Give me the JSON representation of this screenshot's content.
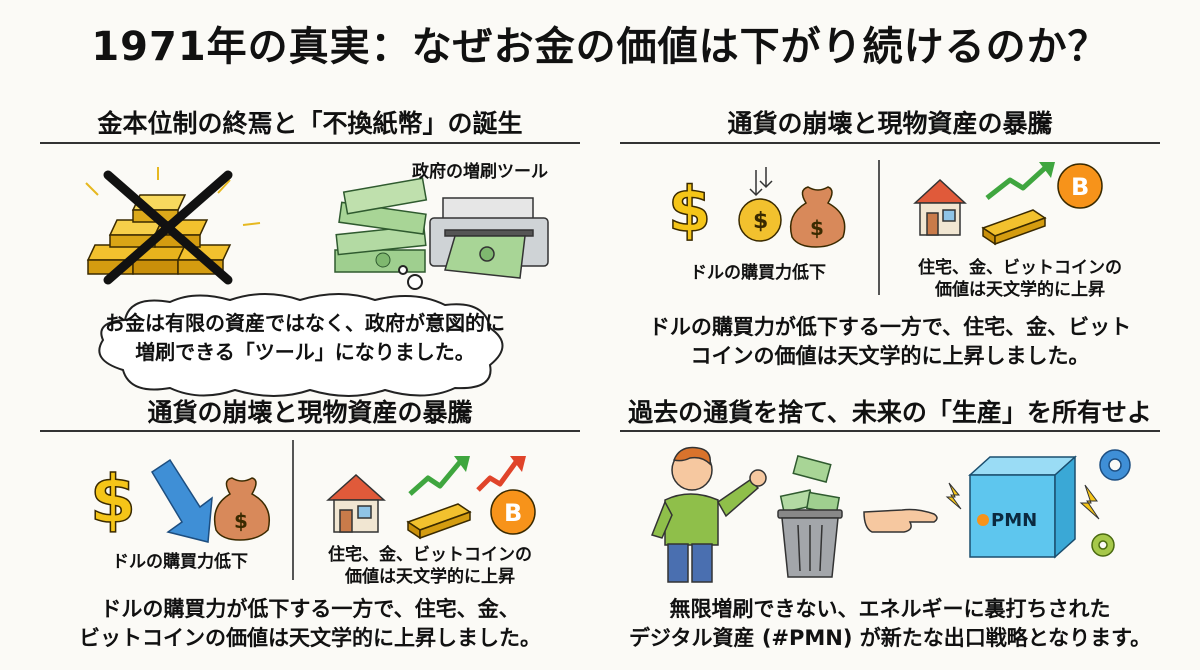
{
  "title": "1971年の真実：なぜお金の価値は下がり続けるのか？",
  "panel_top_left": {
    "heading": "金本位制の終焉と「不換紙幣」の誕生",
    "printer_label": "政府の増刷ツール",
    "bubble_line1": "お金は有限の資産ではなく、政府が意図的に",
    "bubble_line2": "増刷できる「ツール」になりました。"
  },
  "panel_top_right": {
    "heading": "通貨の崩壊と現物資産の暴騰",
    "left_label": "ドルの購買力低下",
    "right_label_line1": "住宅、金、ビットコインの",
    "right_label_line2": "価値は天文学的に上昇",
    "body_line1": "ドルの購買力が低下する一方で、住宅、金、ビット",
    "body_line2": "コインの価値は天文学的に上昇しました。"
  },
  "panel_bottom_left": {
    "heading": "通貨の崩壊と現物資産の暴騰",
    "left_label": "ドルの購買力低下",
    "right_label_line1": "住宅、金、ビットコインの",
    "right_label_line2": "価値は天文学的に上昇",
    "body_line1": "ドルの購買力が低下する一方で、住宅、金、",
    "body_line2": "ビットコインの価値は天文学的に上昇しました。"
  },
  "panel_bottom_right": {
    "heading": "過去の通貨を捨て、未来の「生産」を所有せよ",
    "cube_label": "PMN",
    "body_line1": "無限増刷できない、エネルギーに裏打ちされた",
    "body_line2": "デジタル資産 (#PMN) が新たな出口戦略となります。"
  },
  "icons": {
    "dollar_sign": "$",
    "bitcoin_symbol": "B",
    "coin_symbol": "$",
    "bag_symbol": "$"
  },
  "colors": {
    "gold": "#f2c12e",
    "dollar_yellow": "#f5c518",
    "arrow_blue": "#3f8fd6",
    "arrow_green": "#3fa63f",
    "arrow_red": "#e0442a",
    "bitcoin_orange": "#f7931a",
    "cube_blue": "#5ec6ee"
  }
}
